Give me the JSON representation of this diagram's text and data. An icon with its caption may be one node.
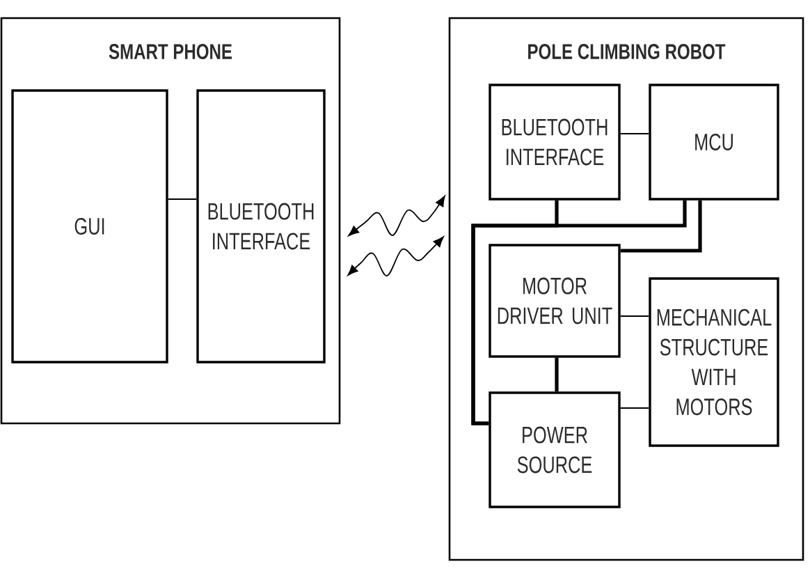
{
  "diagram": {
    "nodes": [
      {
        "text": [
          "SMART PHONE"
        ]
      },
      {
        "text": [
          "GUI"
        ],
        "in": 0
      },
      {
        "text": [
          "BLUETOOTH INTERFACE"
        ],
        "in": 0
      },
      {
        "text": [
          "POLE CLIMBING ROBOT"
        ]
      },
      {
        "text": [
          "BLUETOOTH INTERFACE"
        ],
        "in": 3
      },
      {
        "text": [
          "MCU"
        ],
        "in": 3
      },
      {
        "text": [
          "MOTOR DRIVER UNIT"
        ],
        "in": 3
      },
      {
        "text": [
          "MECHANICAL STRUCTURE WITH MOTORS"
        ],
        "in": 3
      },
      {
        "text": [
          "POWER SOURCE"
        ],
        "in": 3
      }
    ],
    "edges": [
      {
        "from": 1,
        "to": 2,
        "arrow": "none"
      },
      {
        "from": 0,
        "to": 3,
        "arrow": "both"
      },
      {
        "from": 0,
        "to": 3,
        "arrow": "both"
      },
      {
        "from": 4,
        "to": 5,
        "arrow": "none"
      },
      {
        "from": 4,
        "to": 8,
        "arrow": "none",
        "style": "thick"
      },
      {
        "from": 5,
        "to": 8,
        "arrow": "none",
        "style": "thick"
      },
      {
        "from": 5,
        "to": 6,
        "arrow": "none",
        "style": "thick"
      },
      {
        "from": 6,
        "to": 7,
        "arrow": "none"
      },
      {
        "from": 6,
        "to": 8,
        "arrow": "none",
        "style": "thick"
      },
      {
        "from": 8,
        "to": 7,
        "arrow": "none"
      }
    ]
  }
}
